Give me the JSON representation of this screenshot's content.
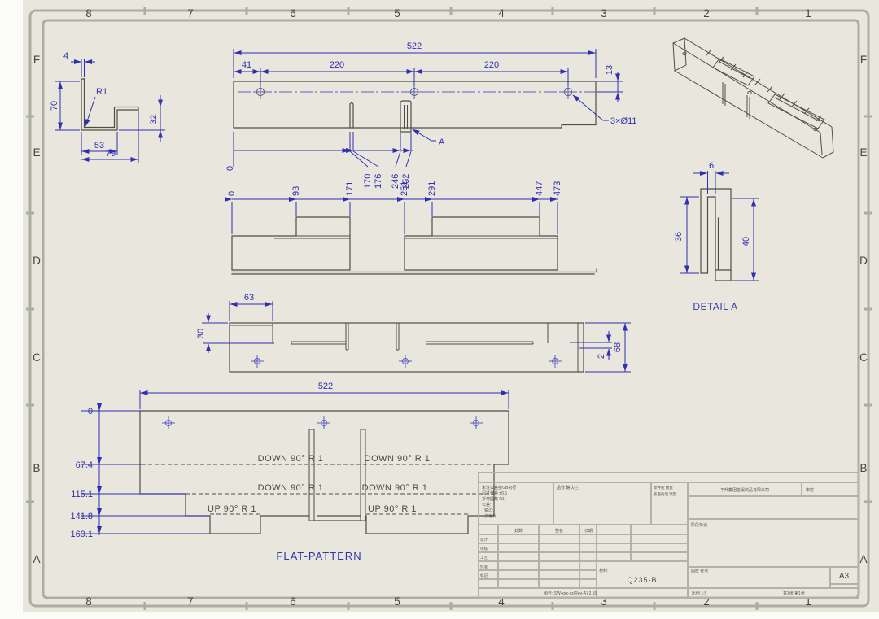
{
  "frame": {
    "zone_columns": [
      "8",
      "7",
      "6",
      "5",
      "4",
      "3",
      "2",
      "1"
    ],
    "zone_rows": [
      "F",
      "E",
      "D",
      "C",
      "B",
      "A"
    ]
  },
  "side_view": {
    "t": "4",
    "h": "70",
    "r": "R1",
    "w1": "53",
    "w2": "79",
    "h2": "32"
  },
  "front_view": {
    "total": "522",
    "d1": "41",
    "d2": "220",
    "d3": "220",
    "d4": "13",
    "holes": "3×Ø11",
    "ref": "A",
    "o0": "0",
    "o1": "170",
    "o2": "176",
    "o3": "246",
    "o4": "252"
  },
  "plan_view": {
    "o": [
      "0",
      "93",
      "171",
      "251",
      "291",
      "447",
      "473"
    ]
  },
  "section_view": {
    "d1": "63",
    "d2": "30",
    "d3": "2",
    "d4": "68"
  },
  "flat_pattern": {
    "total": "522",
    "o": [
      "0",
      "67.4",
      "115.1",
      "141.8",
      "169.1"
    ],
    "n": [
      "DOWN 90° R 1",
      "DOWN 90° R 1",
      "DOWN 90° R 1",
      "DOWN 90° R 1",
      "UP 90° R 1",
      "UP 90° R 1"
    ],
    "caption": "FLAT-PATTERN"
  },
  "detail_view": {
    "d1": "6",
    "d2": "36",
    "d3": "40",
    "caption": "DETAIL A"
  },
  "title_block": {
    "notes": [
      "未注公差按GB执行",
      "尺寸偏差 ±0.5",
      "折弯圆角 R1",
      "公差:",
      "锐边:",
      "去毛刺"
    ],
    "qa_header": "品管 确认栏:",
    "info1": "零件处 数量",
    "info2": "表面处理 喷塑",
    "company": "平升集团金属制品有限公司",
    "approve": "审定",
    "gh": [
      "处数",
      "签名",
      "日期"
    ],
    "rows": [
      "设计",
      "审核",
      "工艺",
      "批准",
      "标记"
    ],
    "stage": "阶段标记",
    "mat_label": "材料:",
    "material": "Q235-B",
    "dwg_label": "图样 代号",
    "sheet_size": "A3",
    "doc_note": "图号: SW-xxx-xx(Rev-A)-2.15",
    "scale_note": "比例 1:5",
    "pages_note": "共1张 第1张"
  }
}
